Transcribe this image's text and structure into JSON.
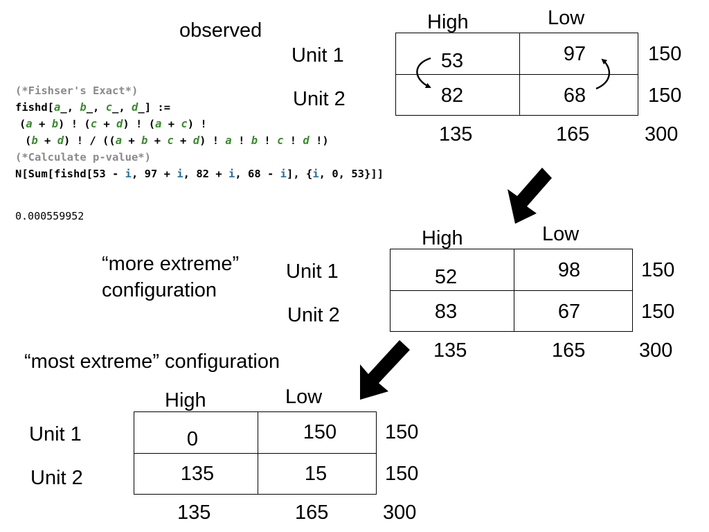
{
  "captions": {
    "observed": "observed",
    "more_extreme": [
      "“more extreme”",
      "configuration"
    ],
    "most_extreme": "“most extreme” configuration"
  },
  "code": {
    "comment1": "(*Fishser's Exact*)",
    "def_name": "fishd",
    "def_args": [
      "a",
      "b",
      "c",
      "d"
    ],
    "comment2": "(*Calculate p-value*)",
    "output": "0.000559952"
  },
  "tables": {
    "observed": {
      "col_headers": [
        "High",
        "Low"
      ],
      "row_headers": [
        "Unit 1",
        "Unit 2"
      ],
      "cells": [
        [
          "53",
          "97"
        ],
        [
          "82",
          "68"
        ]
      ],
      "row_totals": [
        "150",
        "150"
      ],
      "col_totals": [
        "135",
        "165"
      ],
      "grand_total": "300"
    },
    "more_extreme": {
      "col_headers": [
        "High",
        "Low"
      ],
      "row_headers": [
        "Unit 1",
        "Unit 2"
      ],
      "cells": [
        [
          "52",
          "98"
        ],
        [
          "83",
          "67"
        ]
      ],
      "row_totals": [
        "150",
        "150"
      ],
      "col_totals": [
        "135",
        "165"
      ],
      "grand_total": "300"
    },
    "most_extreme": {
      "col_headers": [
        "High",
        "Low"
      ],
      "row_headers": [
        "Unit 1",
        "Unit 2"
      ],
      "cells": [
        [
          "0",
          "150"
        ],
        [
          "135",
          "15"
        ]
      ],
      "row_totals": [
        "150",
        "150"
      ],
      "col_totals": [
        "135",
        "165"
      ],
      "grand_total": "300"
    }
  },
  "colors": {
    "comment": "#8a8a8a",
    "pattern_var": "#3a8a2e",
    "iterator": "#2a6f9c",
    "arrow": "#000000"
  }
}
